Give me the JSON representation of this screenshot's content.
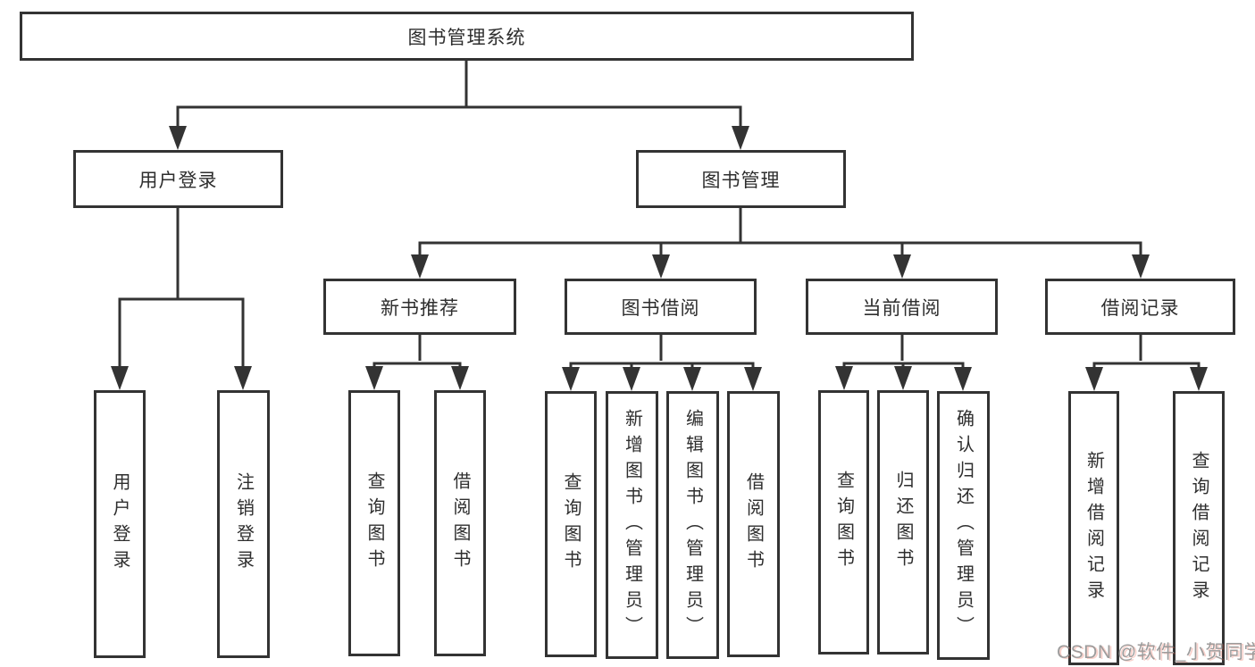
{
  "diagram": {
    "root": {
      "label": "图书管理系统"
    },
    "branches": [
      {
        "label": "用户登录",
        "children": [
          {
            "label": "用户登录"
          },
          {
            "label": "注销登录"
          }
        ]
      },
      {
        "label": "图书管理",
        "modules": [
          {
            "label": "新书推荐",
            "children": [
              {
                "label": "查询图书"
              },
              {
                "label": "借阅图书"
              }
            ]
          },
          {
            "label": "图书借阅",
            "children": [
              {
                "label": "查询图书"
              },
              {
                "label": "新增图书（管理员）"
              },
              {
                "label": "编辑图书（管理员）"
              },
              {
                "label": "借阅图书"
              }
            ]
          },
          {
            "label": "当前借阅",
            "children": [
              {
                "label": "查询图书"
              },
              {
                "label": "归还图书"
              },
              {
                "label": "确认归还（管理员）"
              }
            ]
          },
          {
            "label": "借阅记录",
            "children": [
              {
                "label": "新增借阅记录"
              },
              {
                "label": "查询借阅记录"
              }
            ]
          }
        ]
      }
    ],
    "line_color": "#333333",
    "watermark": {
      "text": "CSDN @软件_小贺同学",
      "color": "#9c9c9c"
    }
  }
}
